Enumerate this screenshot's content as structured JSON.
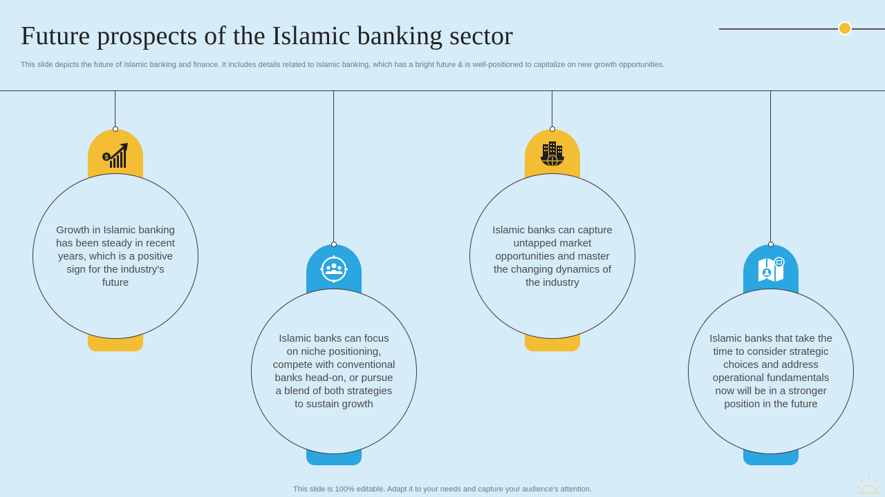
{
  "slide": {
    "title": "Future prospects of the Islamic banking sector",
    "subtitle": "This slide depicts the future of Islamic banking and finance. It includes details related to Islamic banking, which has a bright future & is well-positioned to capitalize on new growth opportunities.",
    "footer": "This slide is 100% editable. Adapt it to your needs and capture your audience's attention."
  },
  "cards": [
    {
      "text": "Growth in Islamic banking has been steady in recent years, which is a positive sign for the industry's future",
      "icon": "dollar-growth-chart-icon",
      "color": "#f3bd34"
    },
    {
      "text": "Islamic banks can focus on niche positioning, compete with conventional banks head-on, or pursue a blend of both strategies to sustain growth",
      "icon": "target-group-icon",
      "color": "#2ba6e0"
    },
    {
      "text": "Islamic banks can capture untapped market opportunities and master the changing dynamics of the industry",
      "icon": "global-buildings-icon",
      "color": "#f3bd34"
    },
    {
      "text": "Islamic banks that take the time to consider strategic choices and address operational fundamentals now will be in a stronger position in the future",
      "icon": "map-user-icon",
      "color": "#2ba6e0"
    }
  ],
  "colors": {
    "accent_yellow": "#f3bd34",
    "accent_blue": "#2ba6e0",
    "background": "#d6ecf8"
  }
}
